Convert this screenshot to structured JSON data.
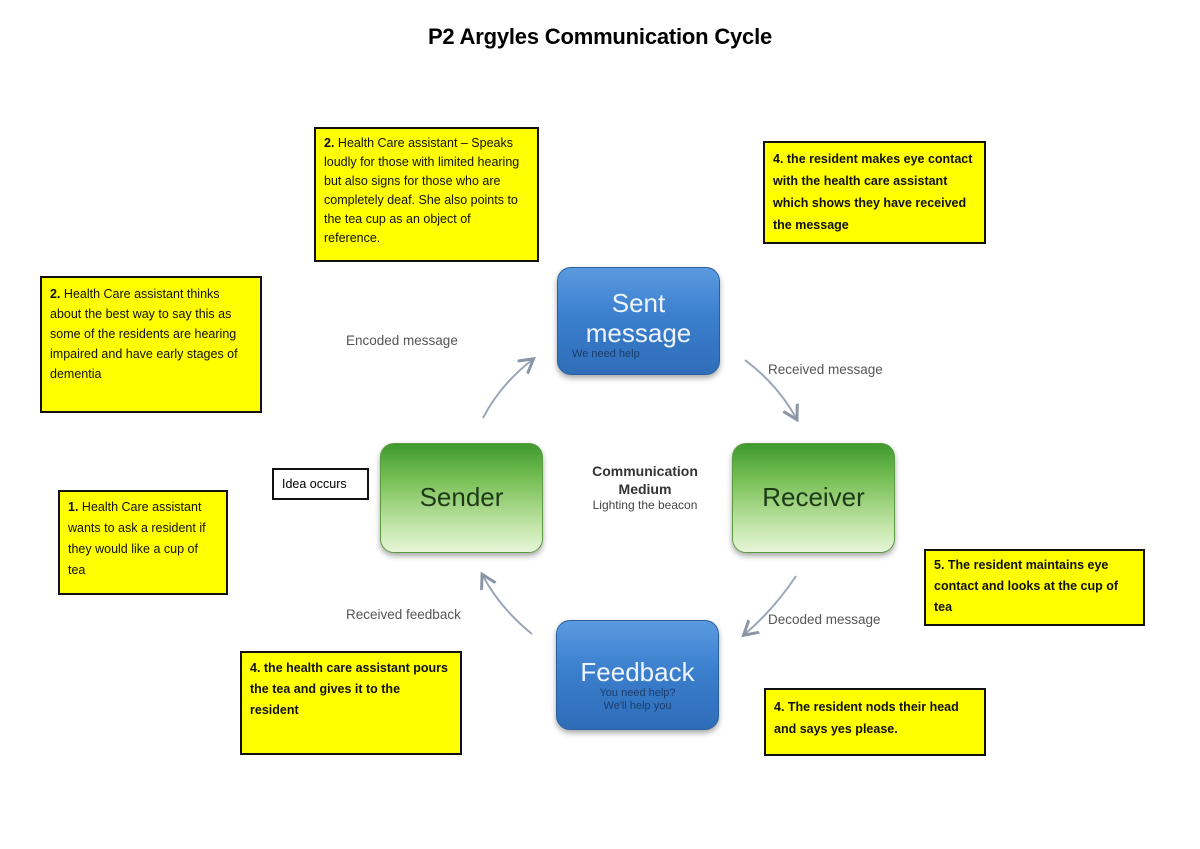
{
  "title": "P2 Argyles Communication Cycle",
  "notes": {
    "step2_speaks": {
      "num": "2.",
      "text": " Health Care assistant – Speaks loudly for those with limited hearing but also signs for those who are completely deaf. She also points to the tea cup as an object of reference."
    },
    "step4_eye_contact": {
      "text": "4. the resident makes eye contact with the health care assistant which shows they have received the message"
    },
    "step2_thinks": {
      "num": "2.",
      "text": " Health Care assistant thinks about the best way to say this as some of the residents are hearing impaired and have early stages of dementia"
    },
    "step1_wants": {
      "num": "1.",
      "text": " Health Care assistant wants to ask a resident if they would like a cup of tea"
    },
    "step5_maintains": {
      "text": "5. The resident maintains eye contact and looks at the cup of tea"
    },
    "step4_pours": {
      "text": "4. the health care assistant pours the tea and gives it to the resident"
    },
    "step4_nods": {
      "text": "4. The resident nods their head and says yes please."
    }
  },
  "idea_box": "Idea occurs",
  "diagram": {
    "nodes": {
      "sent": {
        "label_line1": "Sent",
        "label_line2": "message",
        "sub": "We need help"
      },
      "receiver": {
        "label": "Receiver"
      },
      "feedback": {
        "label": "Feedback",
        "sub_line1": "You need help?",
        "sub_line2": "We'll help you"
      },
      "sender": {
        "label": "Sender"
      }
    },
    "center": {
      "line1": "Communication",
      "line2": "Medium",
      "line3": "Lighting the beacon"
    },
    "edges": {
      "encoded": "Encoded message",
      "received_message": "Received message",
      "decoded": "Decoded message",
      "received_feedback": "Received feedback"
    }
  },
  "colors": {
    "note_bg": "#ffff00",
    "blue_node": "#3b7fce",
    "green_node": "#5aa83a"
  }
}
